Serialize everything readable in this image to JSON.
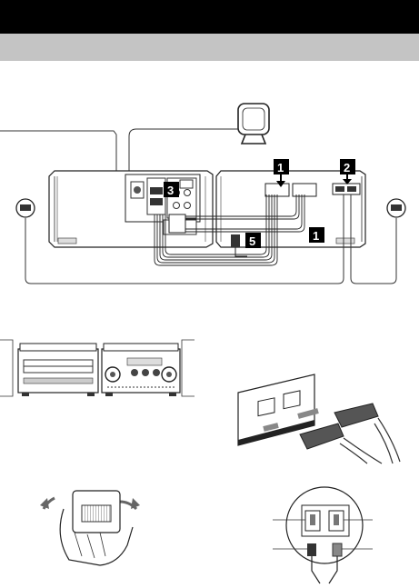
{
  "header": {
    "band_color": "#000000",
    "subband_color": "#c4c4c4"
  },
  "main_diagram": {
    "callouts": [
      "1",
      "2",
      "3",
      "1",
      "5"
    ]
  },
  "icons": [
    "loop-antenna-icon",
    "speaker-terminal-icon",
    "plug-icon",
    "hand-icon"
  ]
}
